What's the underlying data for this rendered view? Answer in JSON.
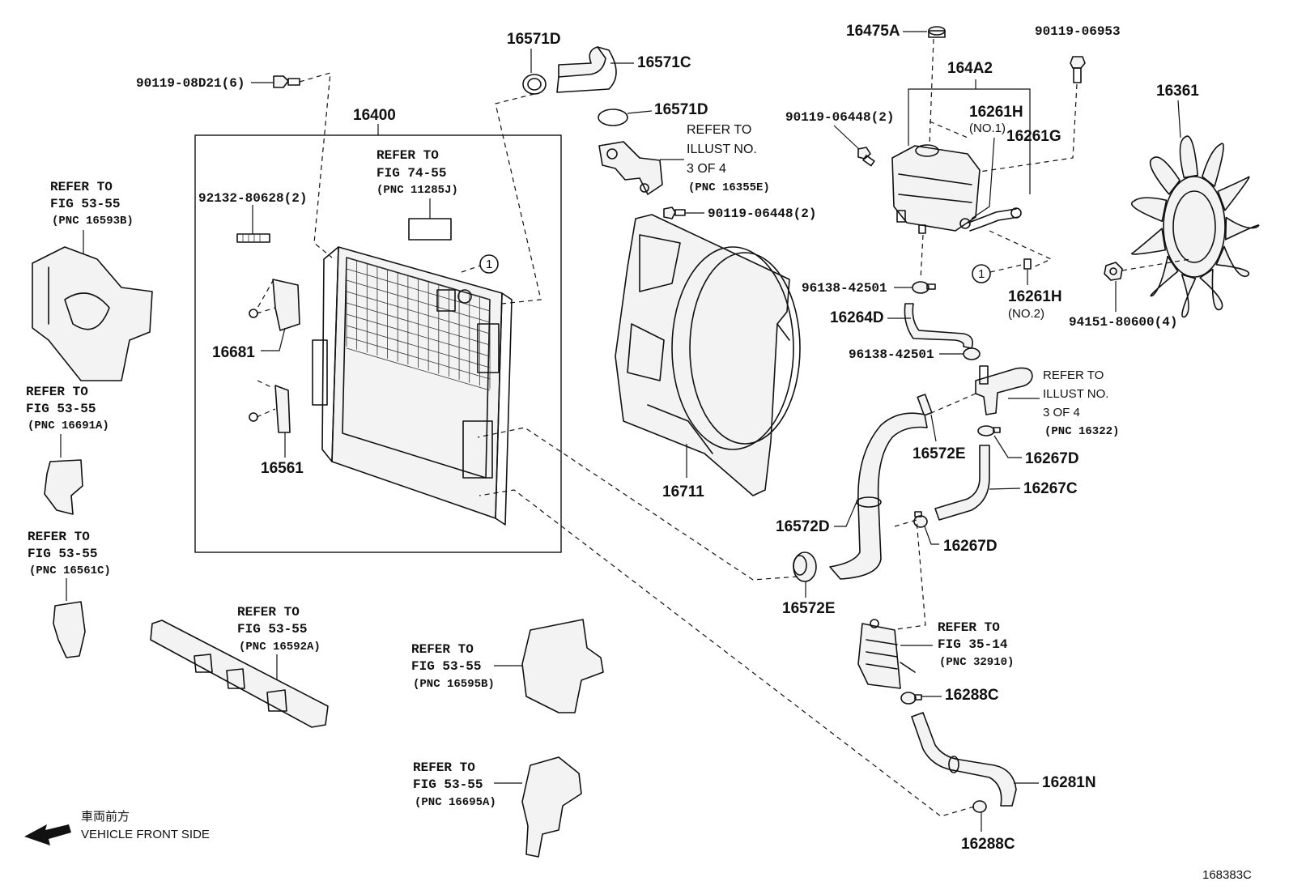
{
  "labels": {
    "p16571D_top": "16571D",
    "p16571C": "16571C",
    "p16571D_mid": "16571D",
    "p90119_08D21": "90119-08D21(6)",
    "p16400": "16400",
    "p92132": "92132-80628(2)",
    "p16681": "16681",
    "p16561": "16561",
    "p16475A": "16475A",
    "p90119_06953": "90119-06953",
    "p164A2": "164A2",
    "p90119_06448_2a": "90119-06448(2)",
    "p16261H_1": "16261H",
    "no1": "(NO.1)",
    "p16261G": "16261G",
    "p16361": "16361",
    "p90119_06448_2b": "90119-06448(2)",
    "p96138_a": "96138-42501",
    "p16264D": "16264D",
    "p16261H_2": "16261H",
    "no2": "(NO.2)",
    "p94151": "94151-80600(4)",
    "p96138_b": "96138-42501",
    "p16572E_a": "16572E",
    "p16267D_a": "16267D",
    "p16267C": "16267C",
    "p16711": "16711",
    "p16572D": "16572D",
    "p16267D_b": "16267D",
    "p16572E_b": "16572E",
    "p16288C_a": "16288C",
    "p16281N": "16281N",
    "p16288C_b": "16288C",
    "callout1a": "1",
    "callout1b": "1"
  },
  "refs": {
    "r16593B": [
      "REFER TO",
      "FIG 53-55",
      "(PNC 16593B)"
    ],
    "r11285J": [
      "REFER TO",
      "FIG 74-55",
      "(PNC 11285J)"
    ],
    "r16355E": [
      "REFER TO",
      "ILLUST NO.",
      "3 OF 4",
      "(PNC 16355E)"
    ],
    "r16691A": [
      "REFER TO",
      "FIG 53-55",
      "(PNC 16691A)"
    ],
    "r16561C": [
      "REFER TO",
      "FIG 53-55",
      "(PNC 16561C)"
    ],
    "r16322": [
      "REFER TO",
      "ILLUST NO.",
      "3 OF 4",
      "(PNC 16322)"
    ],
    "r16592A": [
      "REFER TO",
      "FIG 53-55",
      "(PNC 16592A)"
    ],
    "r16595B": [
      "REFER TO",
      "FIG 53-55",
      "(PNC 16595B)"
    ],
    "r32910": [
      "REFER TO",
      "FIG 35-14",
      "(PNC 32910)"
    ],
    "r16695A": [
      "REFER TO",
      "FIG 53-55",
      "(PNC 16695A)"
    ]
  },
  "direction": {
    "jp": "車両前方",
    "en": "VEHICLE FRONT SIDE"
  },
  "diagram_id": "168383C"
}
